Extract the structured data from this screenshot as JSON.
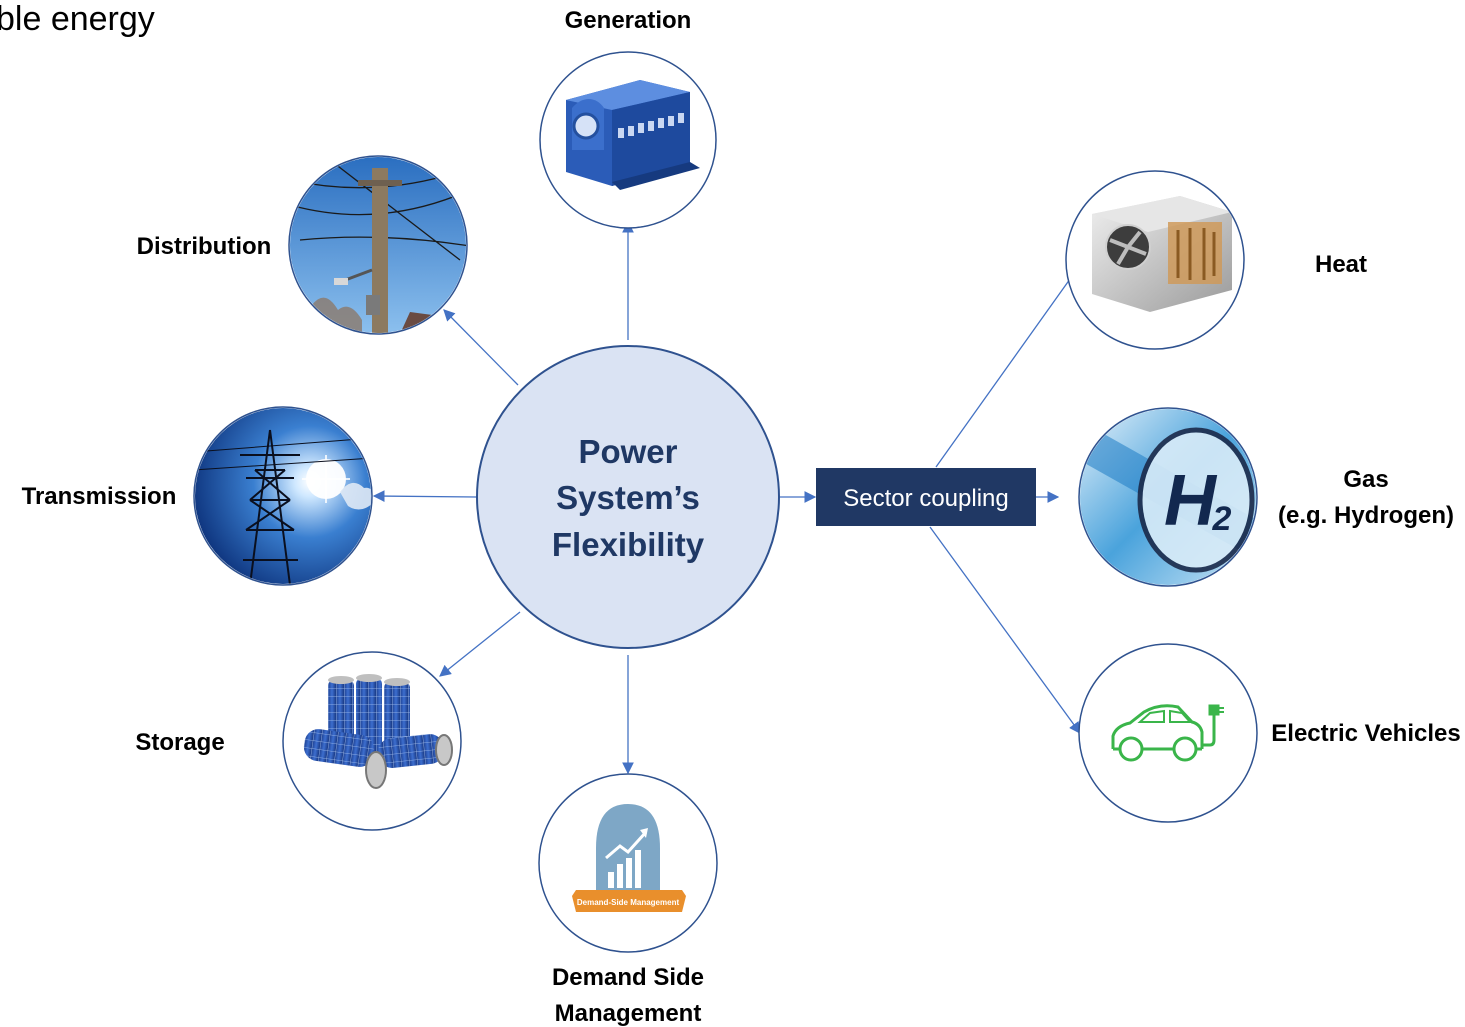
{
  "cut_title": "ble energy",
  "hub": {
    "lines": [
      "Power",
      "System’s",
      "Flexibility"
    ]
  },
  "sector_coupling": {
    "label": "Sector coupling"
  },
  "nodes": {
    "generation": {
      "label": "Generation",
      "icon": "engine-generator-photo"
    },
    "distribution": {
      "label": "Distribution",
      "icon": "utility-pole-photo"
    },
    "transmission": {
      "label": "Transmission",
      "icon": "transmission-tower-photo"
    },
    "storage": {
      "label": "Storage",
      "icon": "batteries-photo"
    },
    "dsm": {
      "label_line1": "Demand Side",
      "label_line2": "Management",
      "badge": "Demand-Side Management",
      "icon": "dsm-chart-icon"
    },
    "heat": {
      "label": "Heat",
      "icon": "heat-pump-photo"
    },
    "gas": {
      "label_line1": "Gas",
      "label_line2": "(e.g. Hydrogen)",
      "icon": "hydrogen-h2-icon"
    },
    "ev": {
      "label": "Electric Vehicles",
      "icon": "electric-car-icon"
    }
  },
  "colors": {
    "hub_fill": "#dae3f3",
    "hub_stroke": "#2f528f",
    "hub_text": "#1f3864",
    "sector_box": "#203864",
    "connector": "#4472c4"
  }
}
